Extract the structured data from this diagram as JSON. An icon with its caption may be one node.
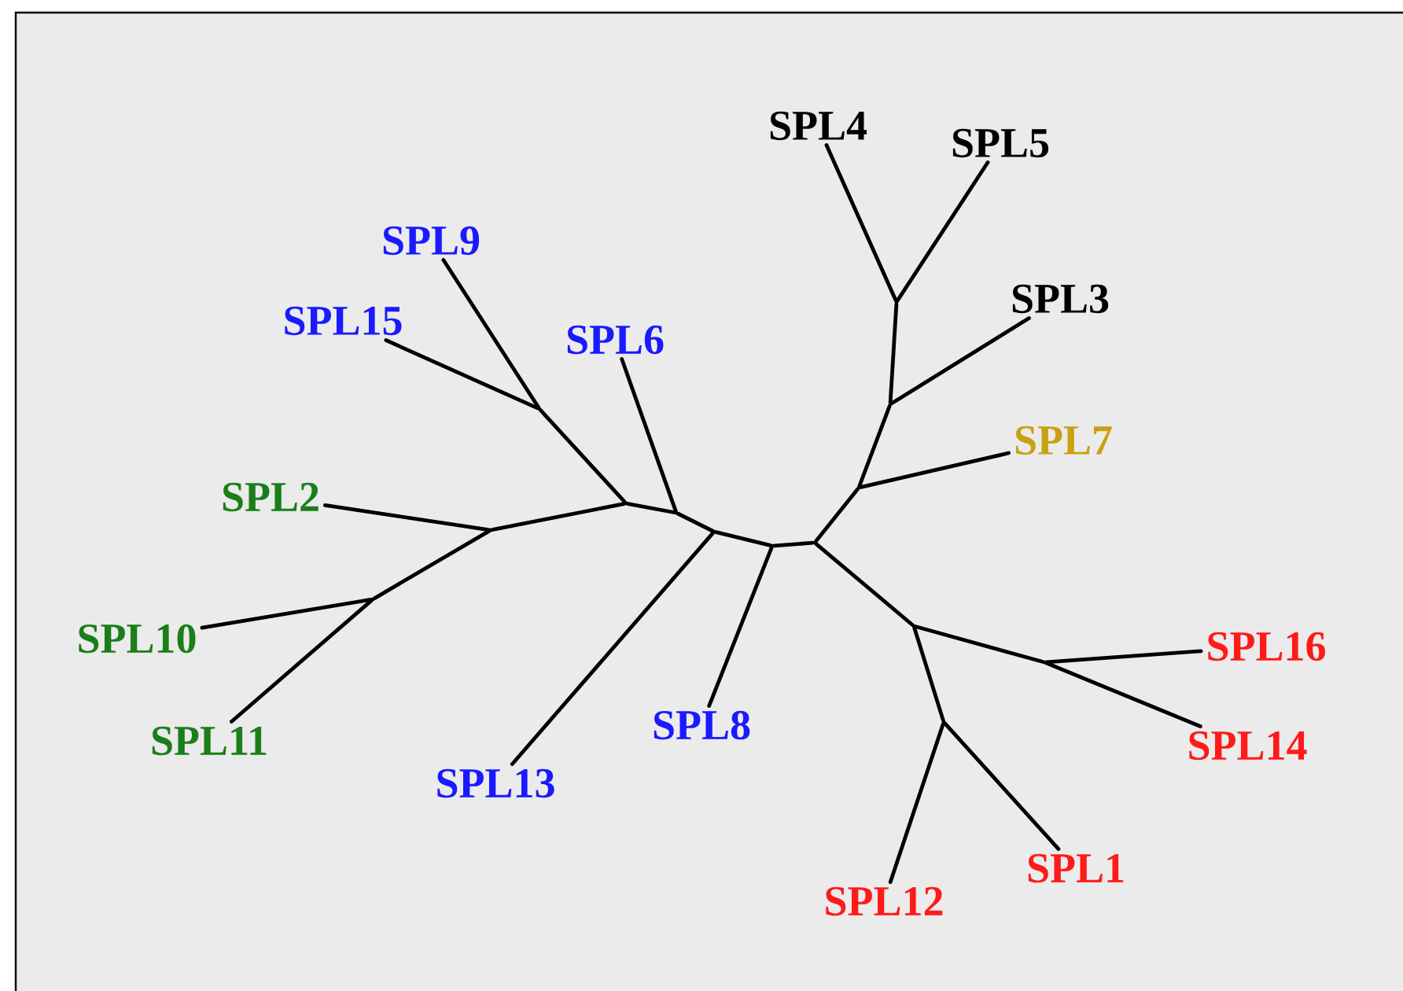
{
  "diagram": {
    "nodes": [
      {
        "text": [
          "SPL4"
        ]
      },
      {
        "text": [
          "SPL5"
        ]
      },
      {
        "text": [
          "SPL9"
        ]
      },
      {
        "text": [
          "SPL3"
        ]
      },
      {
        "text": [
          "SPL15"
        ]
      },
      {
        "text": [
          "SPL6"
        ]
      },
      {
        "text": [
          "SPL7"
        ]
      },
      {
        "text": [
          "SPL2"
        ]
      },
      {
        "text": [
          "SPL10"
        ]
      },
      {
        "text": [
          "SPL16"
        ]
      },
      {
        "text": [
          "SPL8"
        ]
      },
      {
        "text": [
          "SPL11"
        ]
      },
      {
        "text": [
          "SPL14"
        ]
      },
      {
        "text": [
          "SPL13"
        ]
      },
      {
        "text": [
          "SPL1"
        ]
      },
      {
        "text": [
          "SPL12"
        ]
      },
      {
        "text": [],
        "shape": "point"
      },
      {
        "text": [],
        "shape": "point"
      },
      {
        "text": [],
        "shape": "point"
      },
      {
        "text": [],
        "shape": "point"
      },
      {
        "text": [],
        "shape": "point"
      },
      {
        "text": [],
        "shape": "point"
      },
      {
        "text": [],
        "shape": "point"
      },
      {
        "text": [],
        "shape": "point"
      },
      {
        "text": [],
        "shape": "point"
      },
      {
        "text": [],
        "shape": "point"
      },
      {
        "text": [],
        "shape": "point"
      },
      {
        "text": [],
        "shape": "point"
      },
      {
        "text": [],
        "shape": "point"
      },
      {
        "text": [],
        "shape": "point"
      }
    ],
    "edges": [
      {
        "from": 23,
        "to": 22,
        "arrow": "none"
      },
      {
        "from": 23,
        "to": 24,
        "arrow": "none"
      },
      {
        "from": 23,
        "to": 27,
        "arrow": "none"
      },
      {
        "from": 24,
        "to": 25,
        "arrow": "none"
      },
      {
        "from": 24,
        "to": 6,
        "arrow": "none"
      },
      {
        "from": 25,
        "to": 26,
        "arrow": "none"
      },
      {
        "from": 25,
        "to": 3,
        "arrow": "none"
      },
      {
        "from": 26,
        "to": 0,
        "arrow": "none"
      },
      {
        "from": 26,
        "to": 1,
        "arrow": "none"
      },
      {
        "from": 27,
        "to": 29,
        "arrow": "none"
      },
      {
        "from": 27,
        "to": 28,
        "arrow": "none"
      },
      {
        "from": 29,
        "to": 9,
        "arrow": "none"
      },
      {
        "from": 29,
        "to": 12,
        "arrow": "none"
      },
      {
        "from": 28,
        "to": 14,
        "arrow": "none"
      },
      {
        "from": 28,
        "to": 15,
        "arrow": "none"
      },
      {
        "from": 22,
        "to": 21,
        "arrow": "none"
      },
      {
        "from": 22,
        "to": 10,
        "arrow": "none"
      },
      {
        "from": 21,
        "to": 20,
        "arrow": "none"
      },
      {
        "from": 21,
        "to": 13,
        "arrow": "none"
      },
      {
        "from": 20,
        "to": 19,
        "arrow": "none"
      },
      {
        "from": 20,
        "to": 5,
        "arrow": "none"
      },
      {
        "from": 19,
        "to": 18,
        "arrow": "none"
      },
      {
        "from": 19,
        "to": 17,
        "arrow": "none"
      },
      {
        "from": 18,
        "to": 2,
        "arrow": "none"
      },
      {
        "from": 18,
        "to": 4,
        "arrow": "none"
      },
      {
        "from": 17,
        "to": 7,
        "arrow": "none"
      },
      {
        "from": 17,
        "to": 16,
        "arrow": "none"
      },
      {
        "from": 16,
        "to": 8,
        "arrow": "none"
      },
      {
        "from": 16,
        "to": 11,
        "arrow": "none"
      }
    ]
  }
}
